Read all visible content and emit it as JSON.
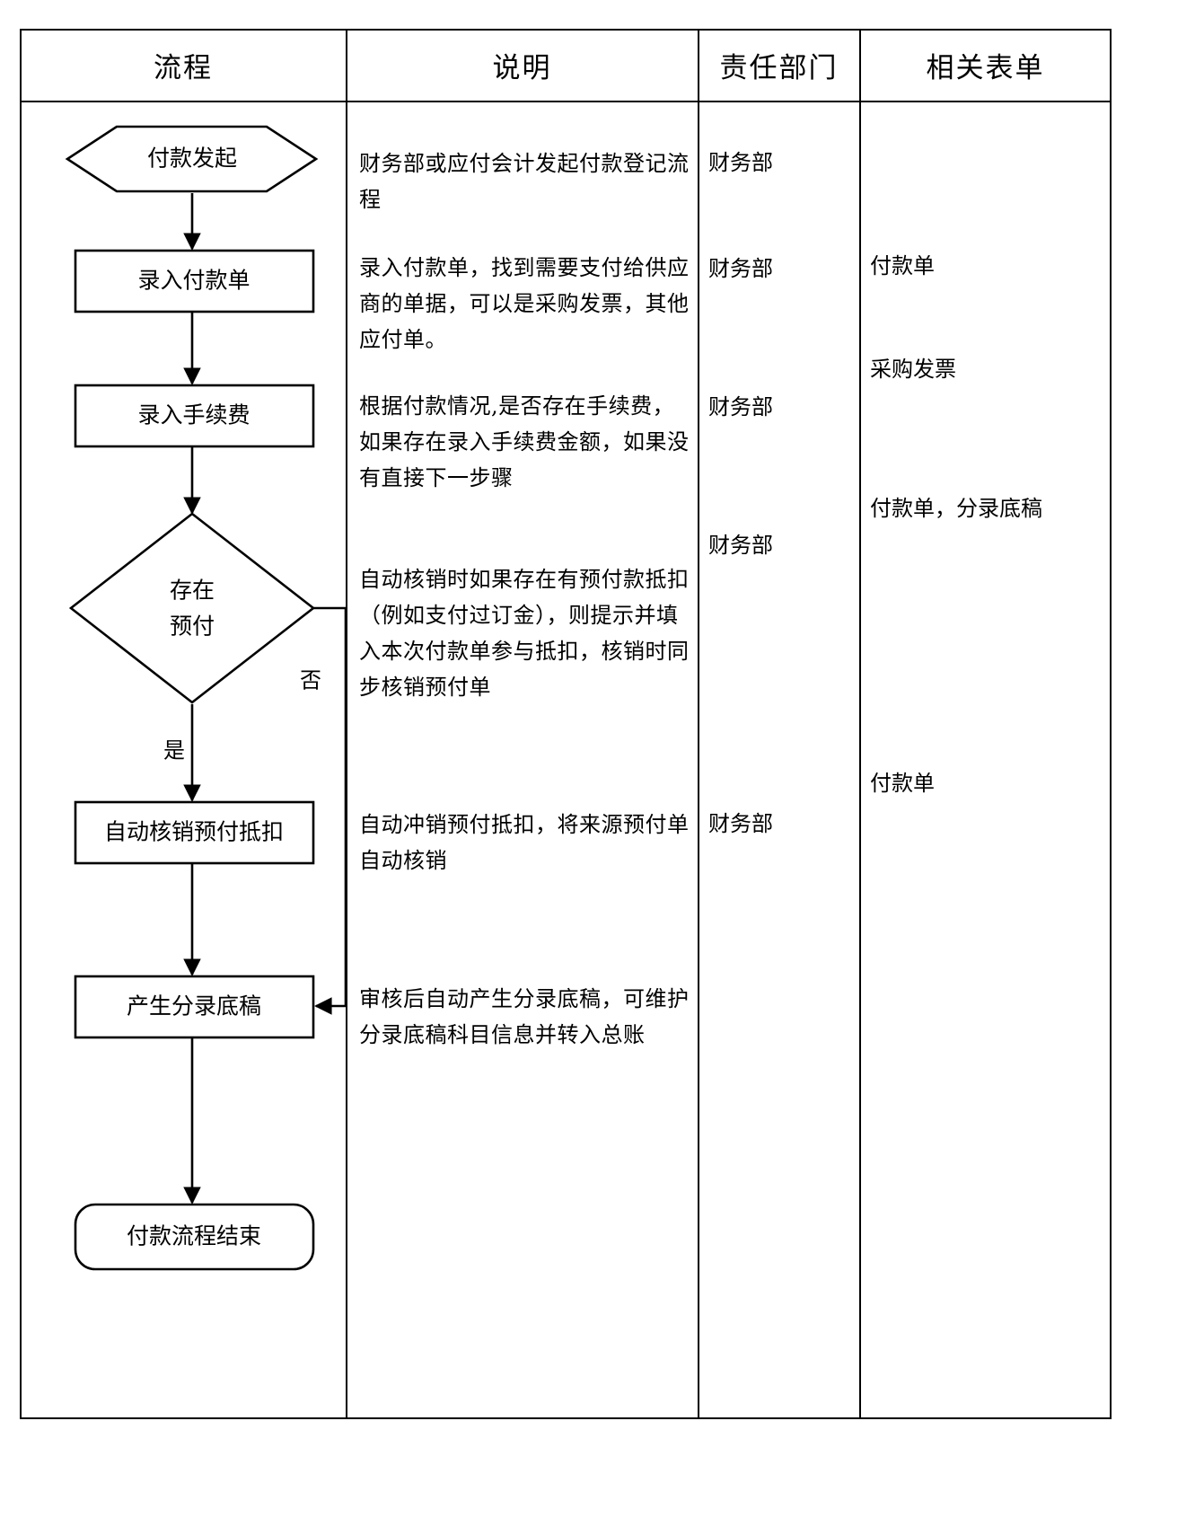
{
  "table": {
    "headers": [
      {
        "key": "process",
        "label": "流程"
      },
      {
        "key": "description",
        "label": "说明"
      },
      {
        "key": "department",
        "label": "责任部门"
      },
      {
        "key": "forms",
        "label": "相关表单"
      }
    ]
  },
  "flowchart": {
    "type": "flowchart",
    "orientation": "top-to-bottom",
    "nodes": [
      {
        "id": "start",
        "shape": "hexagon",
        "label": "付款发起"
      },
      {
        "id": "enter-pay",
        "shape": "rectangle",
        "label": "录入付款单"
      },
      {
        "id": "enter-fee",
        "shape": "rectangle",
        "label": "录入手续费"
      },
      {
        "id": "has-prepay",
        "shape": "diamond",
        "label_line1": "存在",
        "label_line2": "预付"
      },
      {
        "id": "auto-offset",
        "shape": "rectangle",
        "label": "自动核销预付抵扣"
      },
      {
        "id": "gen-entry",
        "shape": "rectangle",
        "label": "产生分录底稿"
      },
      {
        "id": "end",
        "shape": "rounded-rectangle",
        "label": "付款流程结束"
      }
    ],
    "edges": [
      {
        "from": "start",
        "to": "enter-pay",
        "label": ""
      },
      {
        "from": "enter-pay",
        "to": "enter-fee",
        "label": ""
      },
      {
        "from": "enter-fee",
        "to": "has-prepay",
        "label": ""
      },
      {
        "from": "has-prepay",
        "to": "auto-offset",
        "label": "是"
      },
      {
        "from": "has-prepay",
        "to": "gen-entry",
        "label": "否"
      },
      {
        "from": "auto-offset",
        "to": "gen-entry",
        "label": ""
      },
      {
        "from": "gen-entry",
        "to": "end",
        "label": ""
      }
    ],
    "edge_labels": {
      "yes": "是",
      "no": "否"
    }
  },
  "rows": [
    {
      "description": "财务部或应付会计发起付款登记流程",
      "department": "财务部",
      "forms": ""
    },
    {
      "description": "录入付款单，找到需要支付给供应商的单据，可以是采购发票，其他应付单。",
      "department": "财务部",
      "forms": "付款单"
    },
    {
      "description": "根据付款情况,是否存在手续费，如果存在录入手续费金额，如果没有直接下一步骤",
      "department": "财务部",
      "forms": "采购发票"
    },
    {
      "description": "自动核销时如果存在有预付款抵扣（例如支付过订金），则提示并填入本次付款单参与抵扣，核销时同步核销预付单",
      "department": "财务部",
      "forms": "付款单，分录底稿"
    },
    {
      "description": "自动冲销预付抵扣，将来源预付单自动核销",
      "department": "财务部",
      "forms": "付款单"
    },
    {
      "description": "审核后自动产生分录底稿，可维护分录底稿科目信息并转入总账",
      "department": "",
      "forms": ""
    }
  ]
}
